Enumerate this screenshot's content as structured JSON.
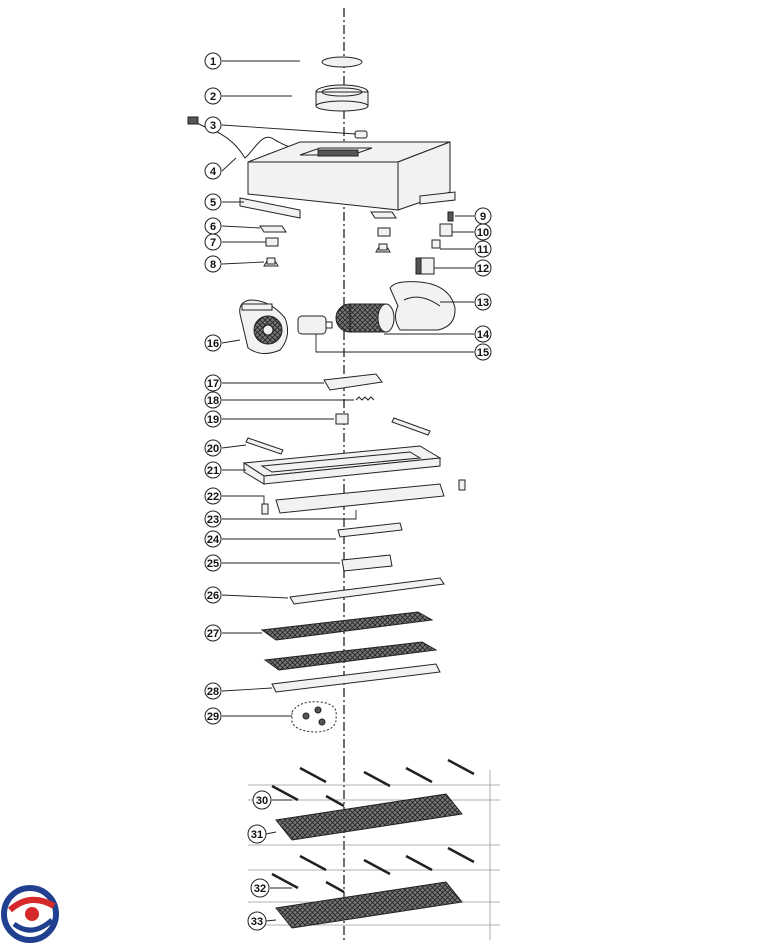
{
  "callouts": [
    {
      "label": "1"
    },
    {
      "label": "2"
    },
    {
      "label": "3"
    },
    {
      "label": "4"
    },
    {
      "label": "5"
    },
    {
      "label": "6"
    },
    {
      "label": "7"
    },
    {
      "label": "8"
    },
    {
      "label": "9"
    },
    {
      "label": "10"
    },
    {
      "label": "11"
    },
    {
      "label": "12"
    },
    {
      "label": "13"
    },
    {
      "label": "14"
    },
    {
      "label": "15"
    },
    {
      "label": "16"
    },
    {
      "label": "17"
    },
    {
      "label": "18"
    },
    {
      "label": "19"
    },
    {
      "label": "20"
    },
    {
      "label": "21"
    },
    {
      "label": "22"
    },
    {
      "label": "23"
    },
    {
      "label": "24"
    },
    {
      "label": "25"
    },
    {
      "label": "26"
    },
    {
      "label": "27"
    },
    {
      "label": "28"
    },
    {
      "label": "29"
    },
    {
      "label": "30"
    },
    {
      "label": "31"
    },
    {
      "label": "32"
    },
    {
      "label": "33"
    }
  ],
  "colors": {
    "logo_blue": "#1f3f8f",
    "logo_red": "#d62a2a"
  }
}
